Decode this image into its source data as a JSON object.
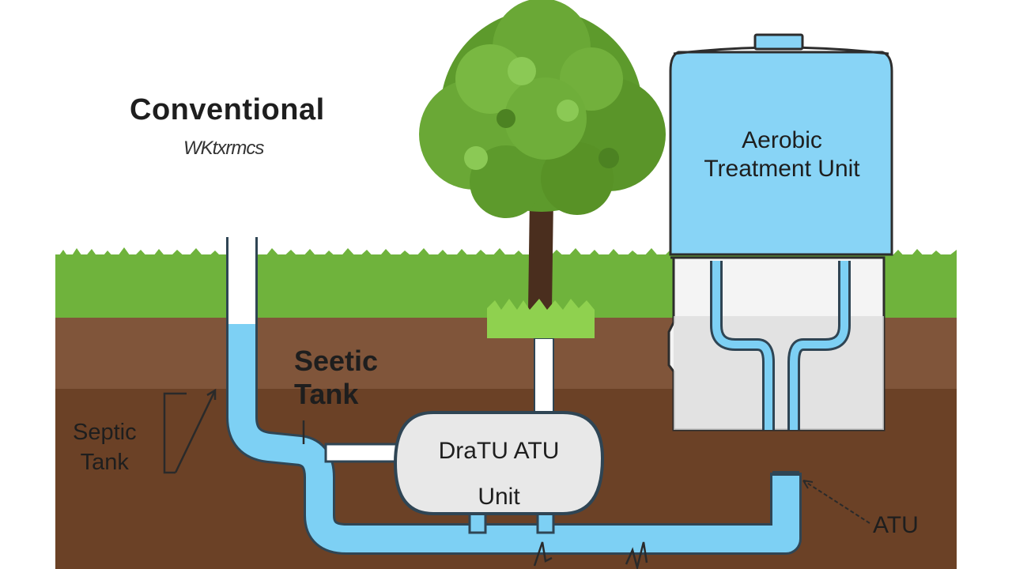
{
  "diagram": {
    "title": "Conventional",
    "subtitle_scribble": "WKtxrmcs",
    "labels": {
      "seetic_line1": "Seetic",
      "seetic_line2": "Tank",
      "septic_line1": "Septic",
      "septic_line2": "Tank",
      "drain_line1": "DraTU ATU",
      "drain_line2": "Unit",
      "aerobic_line1": "Aerobic",
      "aerobic_line2": "Treatment Unit",
      "atu": "ATU"
    },
    "colors": {
      "grass": "#6fb33c",
      "grass_bright": "#8fd14f",
      "soil_top": "#80553a",
      "soil_deep": "#6b4126",
      "water": "#7dd0f4",
      "pipe_outline": "#2f4554",
      "tank_body": "#e8e8e8",
      "atu_tank": "#88d4f6",
      "foliage": "#5d9a2c",
      "trunk": "#4a2e1e"
    }
  }
}
